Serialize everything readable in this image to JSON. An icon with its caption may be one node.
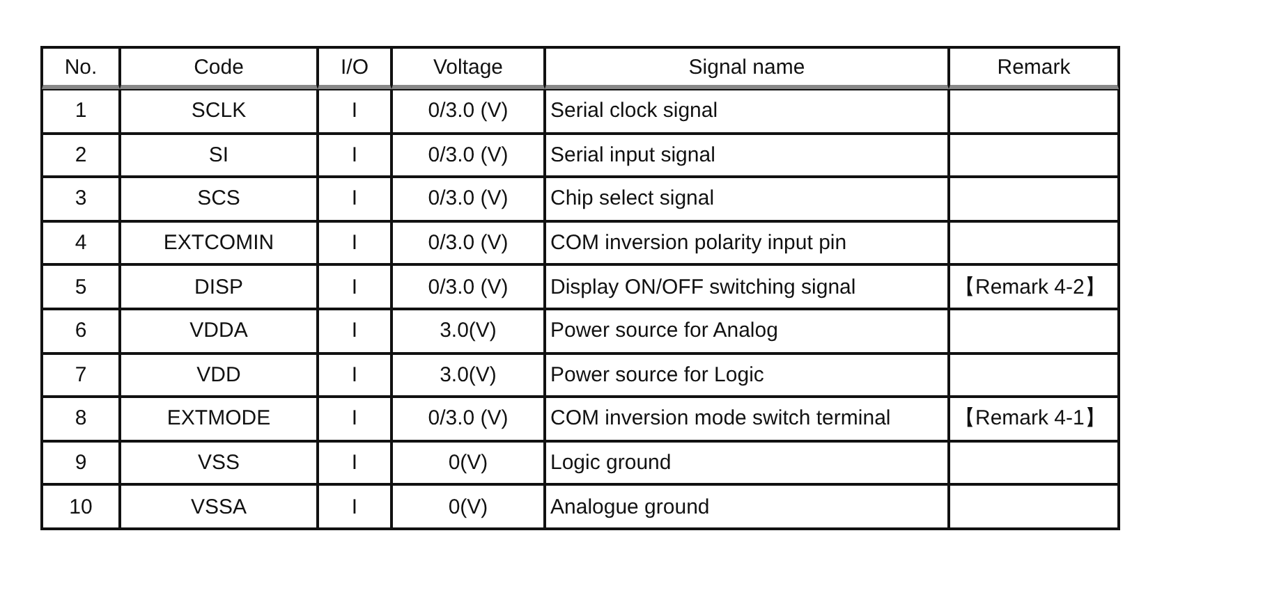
{
  "diagram": {
    "labels": [
      "No.",
      "Code",
      "I/O",
      "Voltage",
      "Signal name",
      "Remark",
      "1",
      "SCLK",
      "I",
      "0/3.0 (V)",
      "Serial clock signal",
      "2",
      "SI",
      "I",
      "0/3.0 (V)",
      "Serial input signal",
      "3",
      "SCS",
      "I",
      "0/3.0 (V)",
      "Chip select signal",
      "4",
      "EXTCOMIN",
      "I",
      "0/3.0 (V)",
      "COM inversion polarity input pin",
      "5",
      "DISP",
      "I",
      "0/3.0 (V)",
      "Display ON/OFF switching signal",
      "【Remark 4-2】",
      "6",
      "VDDA",
      "I",
      "3.0(V)",
      "Power source for Analog",
      "7",
      "VDD",
      "I",
      "3.0(V)",
      "Power source for Logic",
      "8",
      "EXTMODE",
      "I",
      "0/3.0 (V)",
      "COM inversion mode switch terminal",
      "【Remark 4-1】",
      "9",
      "VSS",
      "I",
      "0(V)",
      "Logic ground",
      "10",
      "VSSA",
      "I",
      "0(V)",
      "Analogue ground"
    ]
  }
}
